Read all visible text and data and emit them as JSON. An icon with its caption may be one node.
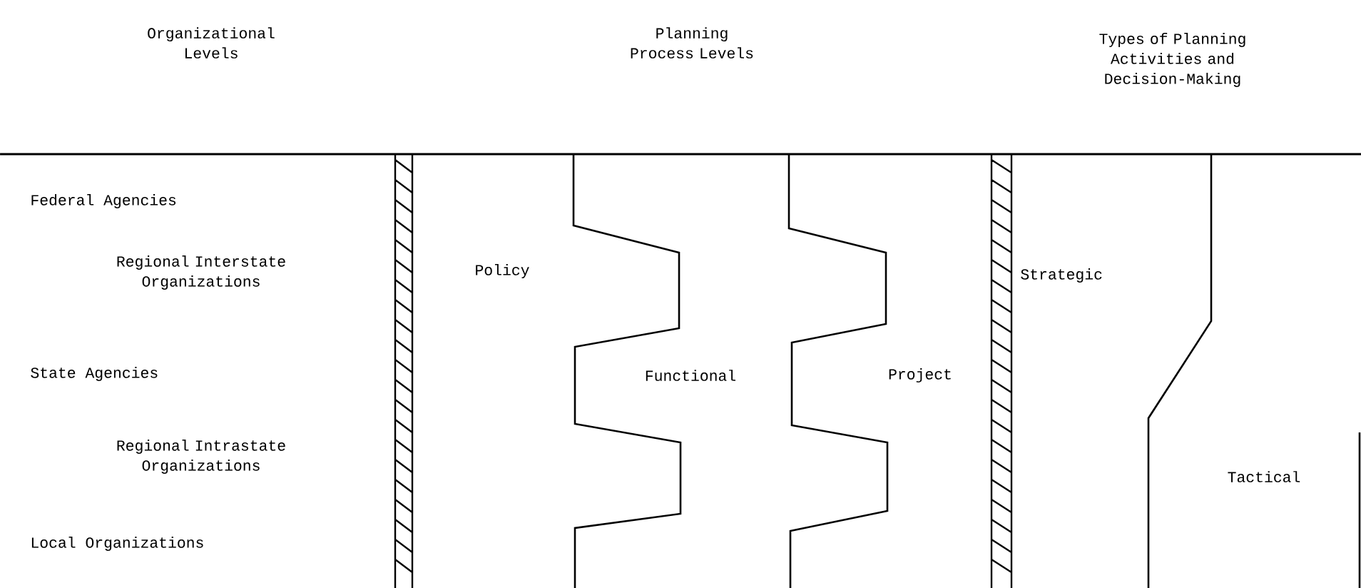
{
  "diagram": {
    "labels": [
      "Organizational Levels",
      "Planning Process Levels",
      "Types of Planning Activities and Decision-Making",
      "Federal Agencies",
      "Regional Interstate Organizations",
      "Policy",
      "Strategic",
      "State Agencies",
      "Functional",
      "Project",
      "Regional Intrastate Organizations",
      "Tactical",
      "Local Organizations"
    ]
  }
}
